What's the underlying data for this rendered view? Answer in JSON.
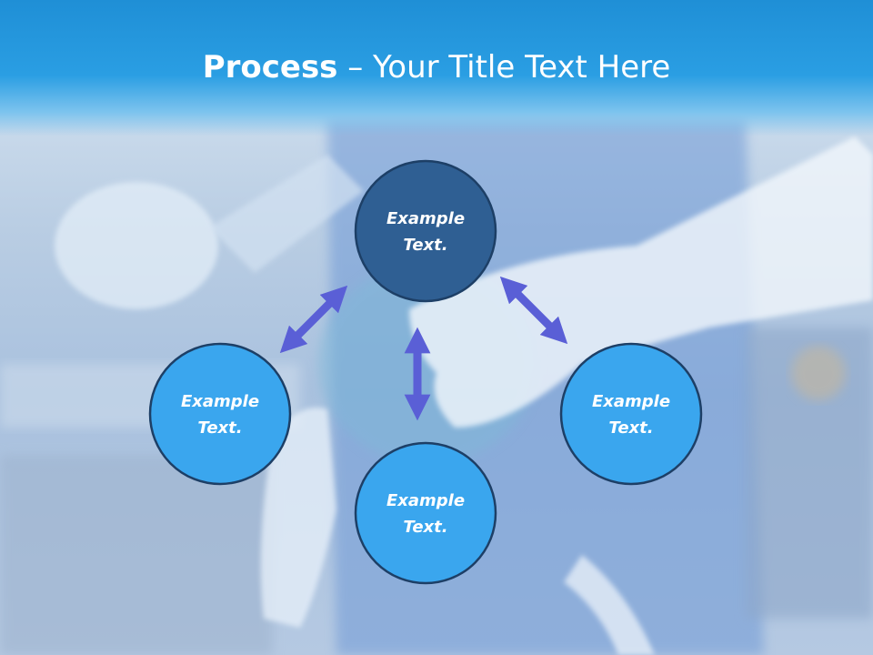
{
  "slide": {
    "title_bold": "Process",
    "title_rest": " – Your Title Text Here"
  },
  "diagram": {
    "nodes": [
      {
        "id": "top",
        "line1": "Example",
        "line2": "Text.",
        "fill": "#2f5f93"
      },
      {
        "id": "left",
        "line1": "Example",
        "line2": "Text.",
        "fill": "#3aa6ee"
      },
      {
        "id": "right",
        "line1": "Example",
        "line2": "Text.",
        "fill": "#3aa6ee"
      },
      {
        "id": "bottom",
        "line1": "Example",
        "line2": "Text.",
        "fill": "#3aa6ee"
      }
    ],
    "arrow_color": "#5a5fd6",
    "node_border": "#1d3f66"
  }
}
